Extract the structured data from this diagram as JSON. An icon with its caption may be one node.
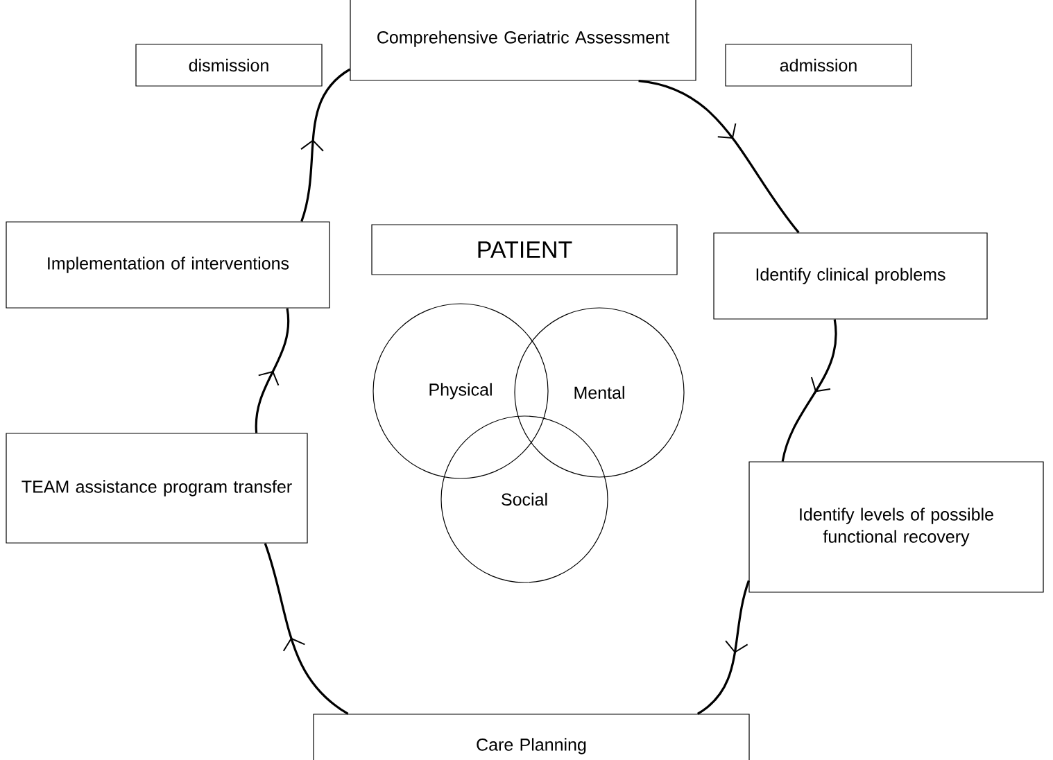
{
  "diagram": {
    "nodes": [
      {
        "text": [
          "Comprehensive Geriatric Assessment"
        ]
      },
      {
        "text": [
          "dismission"
        ]
      },
      {
        "text": [
          "admission"
        ]
      },
      {
        "text": [
          "Identify clinical problems"
        ]
      },
      {
        "text": [
          "Identify levels of possible functional recovery"
        ]
      },
      {
        "text": [
          "Care Planning"
        ]
      },
      {
        "text": [
          "TEAM assistance program transfer"
        ]
      },
      {
        "text": [
          "Implementation of interventions"
        ]
      },
      {
        "text": [
          "PATIENT"
        ]
      },
      {
        "text": [
          "Physical"
        ]
      },
      {
        "text": [
          "Mental"
        ]
      },
      {
        "text": [
          "Social"
        ]
      }
    ],
    "edges": [
      {
        "from": 0,
        "to": 3,
        "arrow": "to"
      },
      {
        "from": 3,
        "to": 4,
        "arrow": "to"
      },
      {
        "from": 4,
        "to": 5,
        "arrow": "to"
      },
      {
        "from": 5,
        "to": 6,
        "arrow": "to"
      },
      {
        "from": 6,
        "to": 7,
        "arrow": "to"
      },
      {
        "from": 7,
        "to": 0,
        "arrow": "to"
      }
    ]
  }
}
